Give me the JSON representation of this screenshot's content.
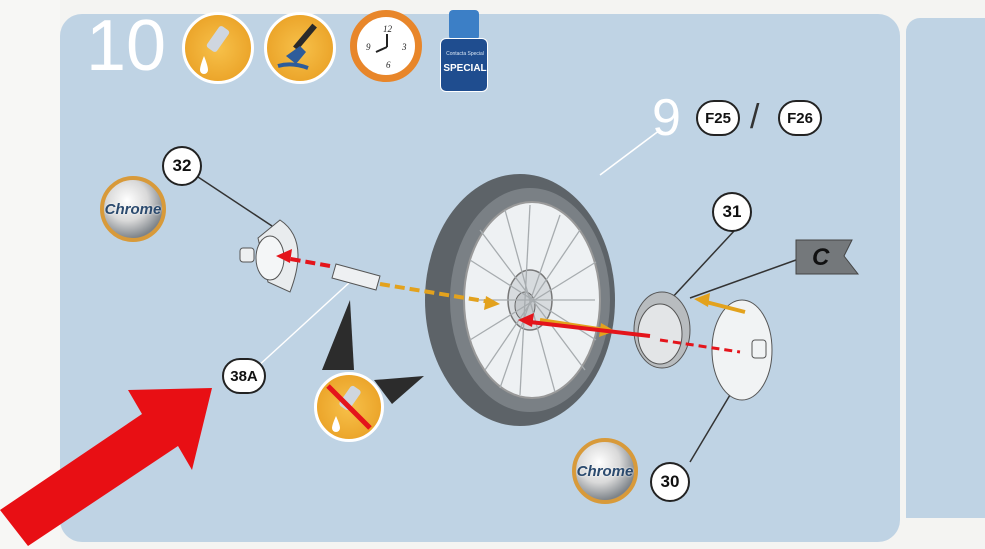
{
  "step": {
    "number": "10",
    "sub_number": "9"
  },
  "header_icons": [
    {
      "name": "glue-icon"
    },
    {
      "name": "paint-brush-icon"
    },
    {
      "name": "clock-icon",
      "numbers": [
        "12",
        "3",
        "6",
        "9"
      ]
    },
    {
      "name": "glue-bottle-icon",
      "label": "SPECIAL",
      "small_text": "Contacta Special"
    }
  ],
  "decals": {
    "first": "F25",
    "separator": "/",
    "second": "F26"
  },
  "parts": [
    {
      "id": "32"
    },
    {
      "id": "38A"
    },
    {
      "id": "31"
    },
    {
      "id": "30"
    }
  ],
  "paint": {
    "chrome_label_1": "Chrome",
    "chrome_label_2": "Chrome"
  },
  "subassembly": {
    "flag_label": "C"
  },
  "colors": {
    "panel": "#bfd3e4",
    "arrow_red": "#e4141b",
    "arrow_orange": "#e3a21d",
    "badge_orange": "#f1a63a"
  }
}
